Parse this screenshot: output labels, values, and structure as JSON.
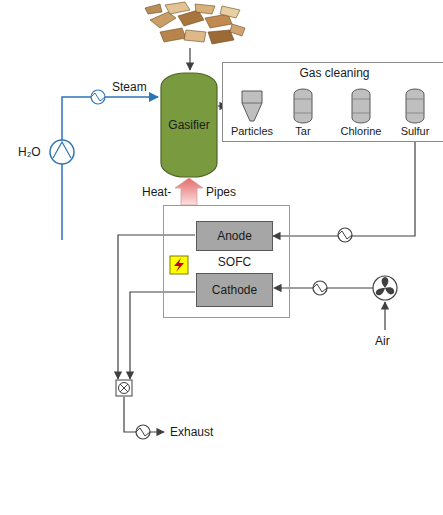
{
  "diagram": {
    "nodes": [
      {
        "text": [
          "Gasifier"
        ]
      },
      {
        "text": [
          "Gas cleaning"
        ]
      },
      {
        "text": [
          "Particles"
        ],
        "in": 1
      },
      {
        "text": [
          "Tar"
        ],
        "in": 1
      },
      {
        "text": [
          "Chlorine"
        ],
        "in": 1
      },
      {
        "text": [
          "Sulfur"
        ],
        "in": 1
      },
      {
        "text": [
          "SOFC"
        ]
      },
      {
        "text": [
          "Anode"
        ],
        "in": 6
      },
      {
        "text": [
          "Cathode"
        ],
        "in": 6
      }
    ],
    "edges": [
      {
        "from": 0,
        "to": 2,
        "arrow": "to"
      },
      {
        "from": 2,
        "to": 3,
        "arrow": "to"
      },
      {
        "from": 3,
        "to": 4,
        "arrow": "none"
      },
      {
        "from": 4,
        "to": 5,
        "arrow": "none"
      },
      {
        "from": 5,
        "to": 7,
        "arrow": "to"
      },
      {
        "from": 6,
        "to": 0,
        "arrow": "to"
      }
    ],
    "labels": [
      "Steam",
      "H₂O",
      "Heat-",
      "Pipes",
      "Air",
      "Exhaust"
    ]
  }
}
